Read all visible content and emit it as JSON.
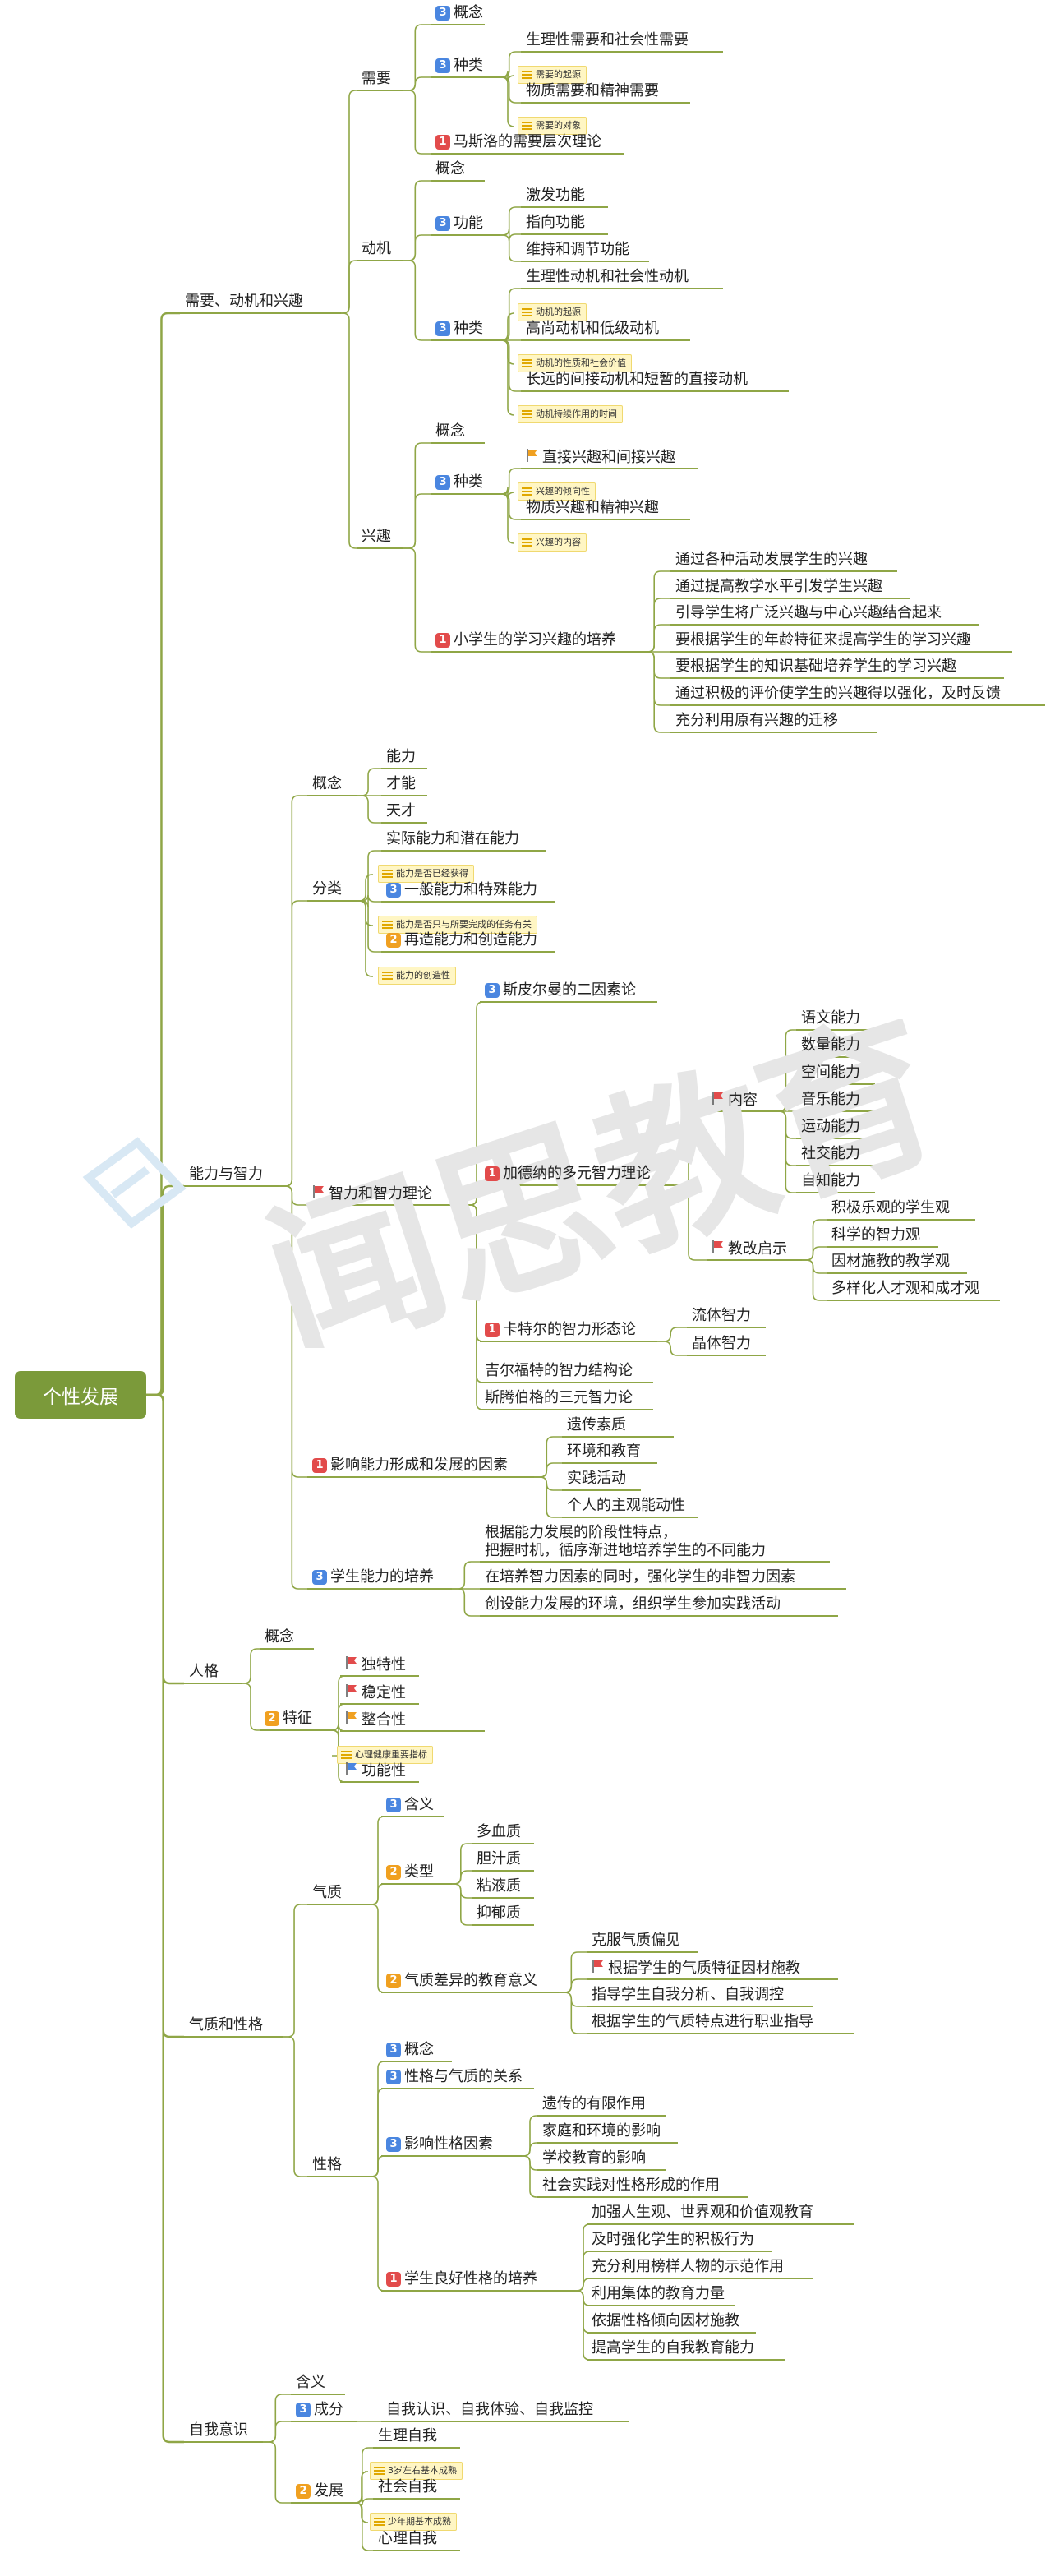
{
  "root": "个性发展",
  "watermark": "闻思教育",
  "nodes": [
    {
      "id": "a",
      "t": "需要、动机和兴趣"
    },
    {
      "id": "a1",
      "t": "需要"
    },
    {
      "id": "a1a",
      "t": "概念",
      "icon": "p3"
    },
    {
      "id": "a1b",
      "t": "种类",
      "icon": "p3"
    },
    {
      "id": "a1b1",
      "t": "生理性需要和社会性需要"
    },
    {
      "id": "a1b1n",
      "t": "需要的起源",
      "note": 1
    },
    {
      "id": "a1b2",
      "t": "物质需要和精神需要"
    },
    {
      "id": "a1b2n",
      "t": "需要的对象",
      "note": 1
    },
    {
      "id": "a1c",
      "t": "马斯洛的需要层次理论",
      "icon": "p1"
    },
    {
      "id": "a2",
      "t": "动机"
    },
    {
      "id": "a2a",
      "t": "概念"
    },
    {
      "id": "a2b",
      "t": "功能",
      "icon": "p3"
    },
    {
      "id": "a2b1",
      "t": "激发功能"
    },
    {
      "id": "a2b2",
      "t": "指向功能"
    },
    {
      "id": "a2b3",
      "t": "维持和调节功能"
    },
    {
      "id": "a2c",
      "t": "种类",
      "icon": "p3"
    },
    {
      "id": "a2c1",
      "t": "生理性动机和社会性动机"
    },
    {
      "id": "a2c1n",
      "t": "动机的起源",
      "note": 1
    },
    {
      "id": "a2c2",
      "t": "高尚动机和低级动机"
    },
    {
      "id": "a2c2n",
      "t": "动机的性质和社会价值",
      "note": 1
    },
    {
      "id": "a2c3",
      "t": "长远的间接动机和短暂的直接动机"
    },
    {
      "id": "a2c3n",
      "t": "动机持续作用的时间",
      "note": 1
    },
    {
      "id": "a3",
      "t": "兴趣"
    },
    {
      "id": "a3a",
      "t": "概念"
    },
    {
      "id": "a3b",
      "t": "种类",
      "icon": "p3"
    },
    {
      "id": "a3b1",
      "t": "直接兴趣和间接兴趣",
      "icon": "flagOrange"
    },
    {
      "id": "a3b1n",
      "t": "兴趣的倾向性",
      "note": 1
    },
    {
      "id": "a3b2",
      "t": "物质兴趣和精神兴趣"
    },
    {
      "id": "a3b2n",
      "t": "兴趣的内容",
      "note": 1
    },
    {
      "id": "a3c",
      "t": "小学生的学习兴趣的培养",
      "icon": "p1"
    },
    {
      "id": "a3c1",
      "t": "通过各种活动发展学生的兴趣"
    },
    {
      "id": "a3c2",
      "t": "通过提高教学水平引发学生兴趣"
    },
    {
      "id": "a3c3",
      "t": "引导学生将广泛兴趣与中心兴趣结合起来"
    },
    {
      "id": "a3c4",
      "t": "要根据学生的年龄特征来提高学生的学习兴趣"
    },
    {
      "id": "a3c5",
      "t": "要根据学生的知识基础培养学生的学习兴趣"
    },
    {
      "id": "a3c6",
      "t": "通过积极的评价使学生的兴趣得以强化，及时反馈"
    },
    {
      "id": "a3c7",
      "t": "充分利用原有兴趣的迁移"
    },
    {
      "id": "b",
      "t": "能力与智力"
    },
    {
      "id": "b1",
      "t": "概念"
    },
    {
      "id": "b1a",
      "t": "能力"
    },
    {
      "id": "b1b",
      "t": "才能"
    },
    {
      "id": "b1c",
      "t": "天才"
    },
    {
      "id": "b2",
      "t": "分类"
    },
    {
      "id": "b2a",
      "t": "实际能力和潜在能力"
    },
    {
      "id": "b2an",
      "t": "能力是否已经获得",
      "note": 1
    },
    {
      "id": "b2b",
      "t": "一般能力和特殊能力",
      "icon": "p3"
    },
    {
      "id": "b2bn",
      "t": "能力是否只与所要完成的任务有关",
      "note": 1
    },
    {
      "id": "b2c",
      "t": "再造能力和创造能力",
      "icon": "p2"
    },
    {
      "id": "b2cn",
      "t": "能力的创造性",
      "note": 1
    },
    {
      "id": "b3",
      "t": "智力和智力理论",
      "icon": "flagRed"
    },
    {
      "id": "b3a",
      "t": "斯皮尔曼的二因素论",
      "icon": "p3"
    },
    {
      "id": "b3b",
      "t": "加德纳的多元智力理论",
      "icon": "p1"
    },
    {
      "id": "b3b1",
      "t": "内容",
      "icon": "flagRed"
    },
    {
      "id": "b3b1a",
      "t": "语文能力"
    },
    {
      "id": "b3b1b",
      "t": "数量能力"
    },
    {
      "id": "b3b1c",
      "t": "空间能力"
    },
    {
      "id": "b3b1d",
      "t": "音乐能力"
    },
    {
      "id": "b3b1e",
      "t": "运动能力"
    },
    {
      "id": "b3b1f",
      "t": "社交能力"
    },
    {
      "id": "b3b1g",
      "t": "自知能力"
    },
    {
      "id": "b3b2",
      "t": "教改启示",
      "icon": "flagRed"
    },
    {
      "id": "b3b2a",
      "t": "积极乐观的学生观"
    },
    {
      "id": "b3b2b",
      "t": "科学的智力观"
    },
    {
      "id": "b3b2c",
      "t": "因材施教的教学观"
    },
    {
      "id": "b3b2d",
      "t": "多样化人才观和成才观"
    },
    {
      "id": "b3c",
      "t": "卡特尔的智力形态论",
      "icon": "p1"
    },
    {
      "id": "b3c1",
      "t": "流体智力"
    },
    {
      "id": "b3c2",
      "t": "晶体智力"
    },
    {
      "id": "b3d",
      "t": "吉尔福特的智力结构论"
    },
    {
      "id": "b3e",
      "t": "斯腾伯格的三元智力论"
    },
    {
      "id": "b4",
      "t": "影响能力形成和发展的因素",
      "icon": "p1"
    },
    {
      "id": "b4a",
      "t": "遗传素质"
    },
    {
      "id": "b4b",
      "t": "环境和教育"
    },
    {
      "id": "b4c",
      "t": "实践活动"
    },
    {
      "id": "b4d",
      "t": "个人的主观能动性"
    },
    {
      "id": "b5",
      "t": "学生能力的培养",
      "icon": "p3"
    },
    {
      "id": "b5a",
      "t": "根据能力发展的阶段性特点，",
      "t2": "把握时机，循序渐进地培养学生的不同能力"
    },
    {
      "id": "b5b",
      "t": "在培养智力因素的同时，强化学生的非智力因素"
    },
    {
      "id": "b5c",
      "t": "创设能力发展的环境，组织学生参加实践活动"
    },
    {
      "id": "c",
      "t": "人格"
    },
    {
      "id": "c1",
      "t": "概念"
    },
    {
      "id": "c2",
      "t": "特征",
      "icon": "p2"
    },
    {
      "id": "c2a",
      "t": "独特性",
      "icon": "flagRed"
    },
    {
      "id": "c2b",
      "t": "稳定性",
      "icon": "flagRed"
    },
    {
      "id": "c2c",
      "t": "整合性",
      "icon": "flagOrange"
    },
    {
      "id": "c2cn",
      "t": "心理健康重要指标",
      "note": 1
    },
    {
      "id": "c2d",
      "t": "功能性",
      "icon": "flagBlue"
    },
    {
      "id": "d",
      "t": "气质和性格"
    },
    {
      "id": "d1",
      "t": "气质"
    },
    {
      "id": "d1a",
      "t": "含义",
      "icon": "p3"
    },
    {
      "id": "d1b",
      "t": "类型",
      "icon": "p2"
    },
    {
      "id": "d1b1",
      "t": "多血质"
    },
    {
      "id": "d1b2",
      "t": "胆汁质"
    },
    {
      "id": "d1b3",
      "t": "粘液质"
    },
    {
      "id": "d1b4",
      "t": "抑郁质"
    },
    {
      "id": "d1c",
      "t": "气质差异的教育意义",
      "icon": "p2"
    },
    {
      "id": "d1c1",
      "t": "克服气质偏见"
    },
    {
      "id": "d1c2",
      "t": "根据学生的气质特征因材施教",
      "icon": "flagRed"
    },
    {
      "id": "d1c3",
      "t": "指导学生自我分析、自我调控"
    },
    {
      "id": "d1c4",
      "t": "根据学生的气质特点进行职业指导"
    },
    {
      "id": "d2",
      "t": "性格"
    },
    {
      "id": "d2a",
      "t": "概念",
      "icon": "p3"
    },
    {
      "id": "d2b",
      "t": "性格与气质的关系",
      "icon": "p3"
    },
    {
      "id": "d2c",
      "t": "影响性格因素",
      "icon": "p3"
    },
    {
      "id": "d2c1",
      "t": "遗传的有限作用"
    },
    {
      "id": "d2c2",
      "t": "家庭和环境的影响"
    },
    {
      "id": "d2c3",
      "t": "学校教育的影响"
    },
    {
      "id": "d2c4",
      "t": "社会实践对性格形成的作用"
    },
    {
      "id": "d2d",
      "t": "学生良好性格的培养",
      "icon": "p1"
    },
    {
      "id": "d2d1",
      "t": "加强人生观、世界观和价值观教育"
    },
    {
      "id": "d2d2",
      "t": "及时强化学生的积极行为"
    },
    {
      "id": "d2d3",
      "t": "充分利用榜样人物的示范作用"
    },
    {
      "id": "d2d4",
      "t": "利用集体的教育力量"
    },
    {
      "id": "d2d5",
      "t": "依据性格倾向因材施教"
    },
    {
      "id": "d2d6",
      "t": "提高学生的自我教育能力"
    },
    {
      "id": "e",
      "t": "自我意识"
    },
    {
      "id": "e1",
      "t": "含义"
    },
    {
      "id": "e2",
      "t": "成分",
      "icon": "p3"
    },
    {
      "id": "e2a",
      "t": "自我认识、自我体验、自我监控"
    },
    {
      "id": "e3",
      "t": "发展",
      "icon": "p2"
    },
    {
      "id": "e3a",
      "t": "生理自我"
    },
    {
      "id": "e3an",
      "t": "3岁左右基本成熟",
      "note": 1
    },
    {
      "id": "e3b",
      "t": "社会自我"
    },
    {
      "id": "e3bn",
      "t": "少年期基本成熟",
      "note": 1
    },
    {
      "id": "e3c",
      "t": "心理自我"
    }
  ],
  "legend_colors": {
    "branch_line": "#8fa646",
    "root_fill": "#7b9a3a",
    "note_fill": "#fff6c4",
    "priority_1": "#e24b4b",
    "priority_2": "#f0a020",
    "priority_3": "#4a86e0"
  }
}
